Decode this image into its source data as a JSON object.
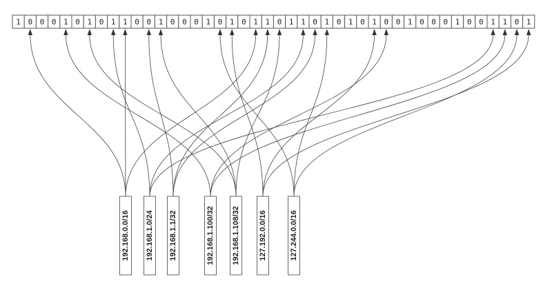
{
  "bit_array": [
    "1",
    "0",
    "0",
    "0",
    "1",
    "0",
    "1",
    "0",
    "1",
    "1",
    "0",
    "0",
    "1",
    "0",
    "0",
    "0",
    "1",
    "0",
    "1",
    "0",
    "1",
    "1",
    "0",
    "1",
    "1",
    "0",
    "1",
    "0",
    "1",
    "0",
    "1",
    "0",
    "0",
    "1",
    "0",
    "0",
    "0",
    "1",
    "0",
    "0",
    "1",
    "1",
    "0",
    "1"
  ],
  "prefixes": [
    {
      "label": "192.168.0.0/16",
      "bits": [
        9,
        1,
        20
      ]
    },
    {
      "label": "192.168.1.0/24",
      "bits": [
        8,
        24,
        40
      ]
    },
    {
      "label": "192.168.1.1/32",
      "bits": [
        11,
        21,
        25
      ]
    },
    {
      "label": "192.168.1.100/32",
      "bits": [
        4,
        31,
        41
      ]
    },
    {
      "label": "192.168.1.108/32",
      "bits": [
        6,
        12,
        22
      ]
    },
    {
      "label": "127.192.0.0/16",
      "bits": [
        18,
        30,
        43
      ]
    },
    {
      "label": "127.244.0.0/16",
      "bits": [
        17,
        26,
        42
      ]
    }
  ]
}
